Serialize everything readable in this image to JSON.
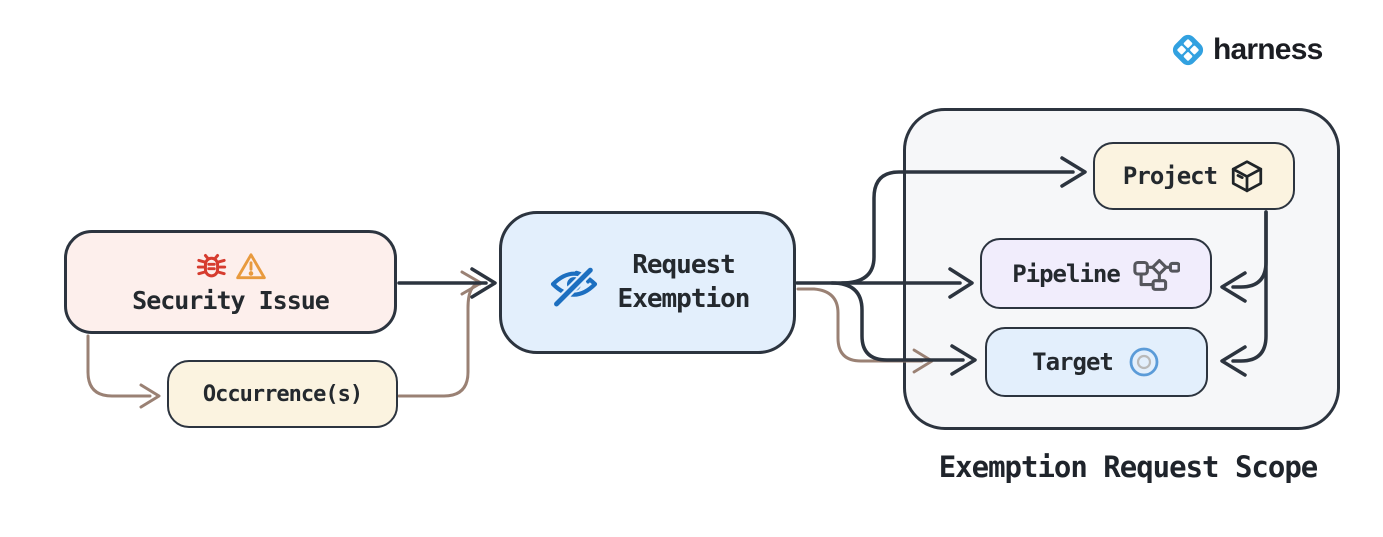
{
  "brand": {
    "name": "harness"
  },
  "diagram": {
    "security_issue": "Security Issue",
    "occurrences": "Occurrence(s)",
    "request_exemption": "Request\nExemption",
    "project": "Project",
    "pipeline": "Pipeline",
    "target": "Target",
    "scope_label": "Exemption Request Scope"
  },
  "colors": {
    "ink": "#2c343f",
    "connector_brown": "#9a8174",
    "bug_red": "#d63c2f",
    "warning_orange": "#e89a3e",
    "eye_blue": "#1d6fc0",
    "logo_blue": "#32a1e0",
    "security_fill": "#fdefec",
    "cream_fill": "#fbf3e0",
    "blue_fill": "#e3effc",
    "purple_fill": "#f1edfc",
    "scope_fill": "#f6f7f9"
  }
}
